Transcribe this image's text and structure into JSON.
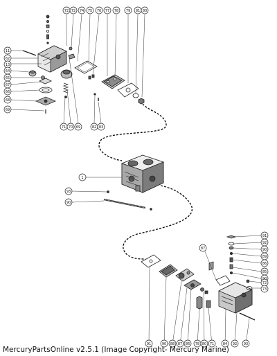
{
  "footer": {
    "text": "MercuryPartsOnline v2.5.1 (Image Copyright- Mercury Marine)"
  },
  "callouts": {
    "top_left_column": [
      "11",
      "62",
      "13",
      "64",
      "65",
      "67",
      "66",
      "68",
      "69"
    ],
    "top_row": [
      "72",
      "72",
      "74",
      "75",
      "76",
      "77",
      "78",
      "79",
      "81",
      "80"
    ],
    "top_bottom_row": [
      "71",
      "70",
      "69",
      "82",
      "83"
    ],
    "middle": [
      "1",
      "93",
      "90"
    ],
    "bottom_right_column": [
      "87",
      "91",
      "92",
      "90",
      "89",
      "86",
      "85",
      "90",
      "72",
      "73"
    ],
    "bottom_row": [
      "91",
      "90",
      "88",
      "87",
      "86",
      "78",
      "80",
      "71",
      "84",
      "92",
      "93"
    ]
  }
}
